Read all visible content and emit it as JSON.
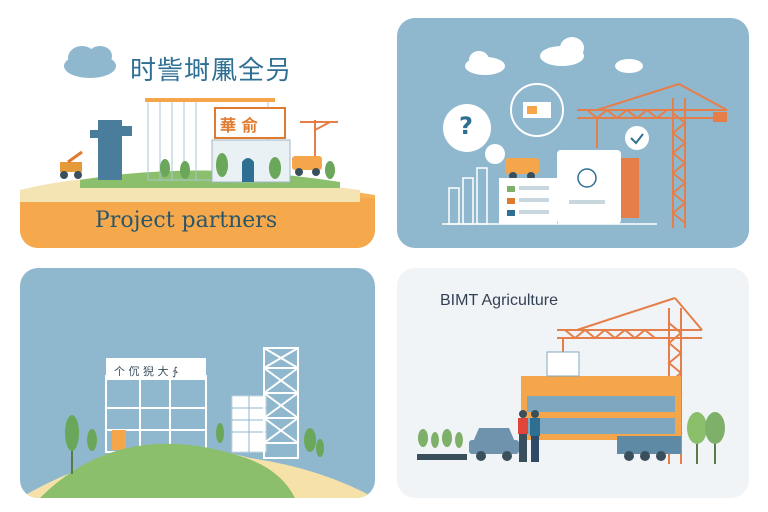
{
  "panels": {
    "top_left": {
      "title": "时訾埘凲全叧",
      "caption": "Project partners",
      "building_sign": "華 俞"
    },
    "top_right": {
      "question_mark": "?"
    },
    "bottom_left": {
      "building_sign": "个 伔 猊 大 ∱"
    },
    "bottom_right": {
      "caption": "BIMT Agriculture"
    }
  },
  "colors": {
    "sky_blue": "#8fb8cf",
    "orange": "#f5a54a",
    "crane_orange": "#e67e4a",
    "green": "#7fb069",
    "teal_text": "#2e6f93"
  }
}
